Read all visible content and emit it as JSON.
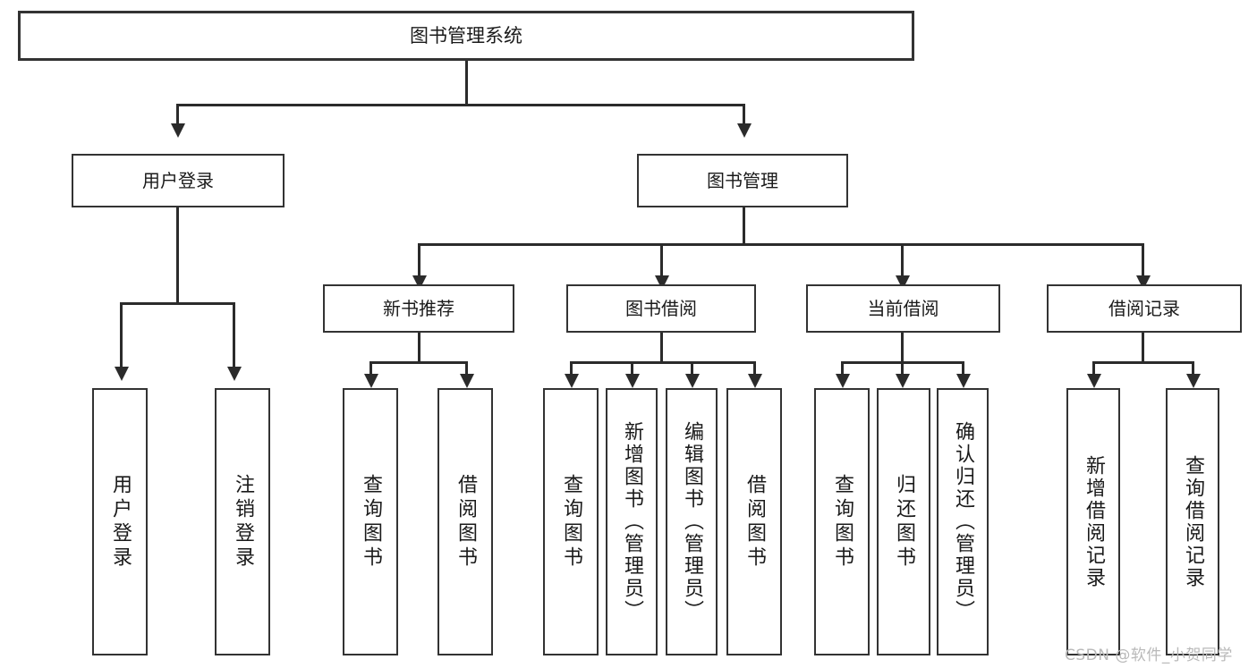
{
  "diagram": {
    "title": "图书管理系统",
    "type": "tree",
    "watermark": "CSDN @软件_小贺同学",
    "colors": {
      "box_border": "#333333",
      "connector": "#2b2b2b",
      "background": "#ffffff",
      "text": "#1a1a1a",
      "watermark": "#b9b9b9"
    },
    "root": {
      "label": "图书管理系统"
    },
    "level2": [
      {
        "label": "用户登录"
      },
      {
        "label": "图书管理"
      }
    ],
    "level3": [
      {
        "label": "新书推荐"
      },
      {
        "label": "图书借阅"
      },
      {
        "label": "当前借阅"
      },
      {
        "label": "借阅记录"
      }
    ],
    "leaves": {
      "user_login": [
        {
          "label": "用户登录"
        },
        {
          "label": "注销登录"
        }
      ],
      "new_book_recommend": [
        {
          "label": "查询图书"
        },
        {
          "label": "借阅图书"
        }
      ],
      "book_borrow": [
        {
          "label": "查询图书"
        },
        {
          "label": "新增图书（管理员）"
        },
        {
          "label": "编辑图书（管理员）"
        },
        {
          "label": "借阅图书"
        }
      ],
      "current_borrow": [
        {
          "label": "查询图书"
        },
        {
          "label": "归还图书"
        },
        {
          "label": "确认归还（管理员）"
        }
      ],
      "borrow_record": [
        {
          "label": "新增借阅记录"
        },
        {
          "label": "查询借阅记录"
        }
      ]
    }
  }
}
